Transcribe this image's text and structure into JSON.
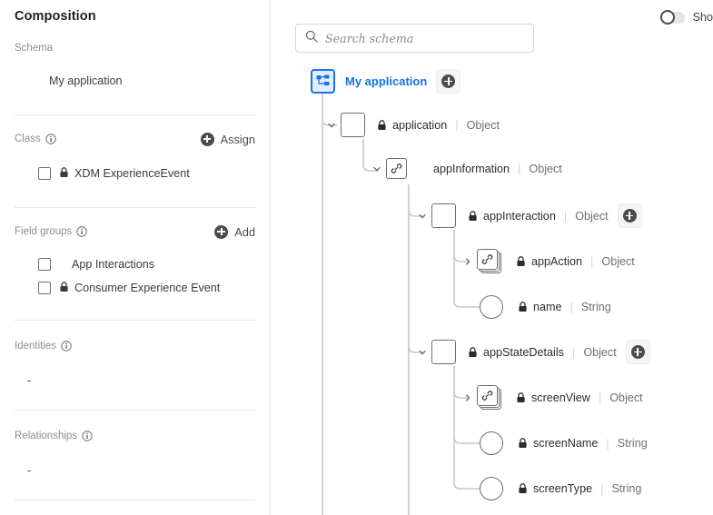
{
  "sidebar": {
    "title": "Composition",
    "sections": {
      "schema": {
        "label": "Schema",
        "value": "My application"
      },
      "class": {
        "label": "Class",
        "info_icon": "info-icon",
        "action_label": "Assign",
        "action_icon": "plus-circle-icon",
        "items": [
          {
            "label": "XDM ExperienceEvent",
            "locked": true,
            "checked": false
          }
        ]
      },
      "field_groups": {
        "label": "Field groups",
        "info_icon": "info-icon",
        "action_label": "Add",
        "action_icon": "plus-circle-icon",
        "items": [
          {
            "label": "App Interactions",
            "locked": false,
            "checked": false
          },
          {
            "label": "Consumer Experience Event",
            "locked": true,
            "checked": false
          }
        ]
      },
      "identities": {
        "label": "Identities",
        "info_icon": "info-icon",
        "value": "-"
      },
      "relationships": {
        "label": "Relationships",
        "info_icon": "info-icon",
        "value": "-"
      }
    }
  },
  "main": {
    "search": {
      "placeholder": "Search schema",
      "value": "",
      "icon": "search-icon"
    },
    "toggle": {
      "label": "Sho",
      "state": "off",
      "icon": "toggle-switch-icon"
    },
    "tree": {
      "root": {
        "label": "My application",
        "icon": "schema-root-icon",
        "add_button_icon": "plus-circle-icon",
        "has_add": true
      },
      "nodes": [
        {
          "id": "application",
          "name": "application",
          "type": "Object",
          "kind": "square",
          "locked": true,
          "expanded": true,
          "has_add": false,
          "depth": 1
        },
        {
          "id": "appInformation",
          "name": "appInformation",
          "type": "Object",
          "kind": "ref",
          "locked": false,
          "expanded": true,
          "has_add": false,
          "depth": 2
        },
        {
          "id": "appInteraction",
          "name": "appInteraction",
          "type": "Object",
          "kind": "square",
          "locked": true,
          "expanded": true,
          "has_add": true,
          "depth": 3
        },
        {
          "id": "appAction",
          "name": "appAction",
          "type": "Object",
          "kind": "refstack",
          "locked": true,
          "expanded": false,
          "has_add": false,
          "depth": 4
        },
        {
          "id": "name",
          "name": "name",
          "type": "String",
          "kind": "circle",
          "locked": true,
          "expanded": null,
          "has_add": false,
          "depth": 4
        },
        {
          "id": "appStateDetails",
          "name": "appStateDetails",
          "type": "Object",
          "kind": "square",
          "locked": true,
          "expanded": true,
          "has_add": true,
          "depth": 3
        },
        {
          "id": "screenView",
          "name": "screenView",
          "type": "Object",
          "kind": "refstack",
          "locked": true,
          "expanded": false,
          "has_add": false,
          "depth": 4
        },
        {
          "id": "screenName",
          "name": "screenName",
          "type": "String",
          "kind": "circle",
          "locked": true,
          "expanded": null,
          "has_add": false,
          "depth": 4
        },
        {
          "id": "screenType",
          "name": "screenType",
          "type": "String",
          "kind": "circle",
          "locked": true,
          "expanded": null,
          "has_add": false,
          "depth": 4
        }
      ]
    }
  },
  "colors": {
    "accent": "#1473e6",
    "accent_bg": "#e3eefc",
    "node_stroke": "#6e6e6e",
    "line": "#c8c8c8",
    "text": "#2c2c2c",
    "muted": "#8e8e8e"
  }
}
